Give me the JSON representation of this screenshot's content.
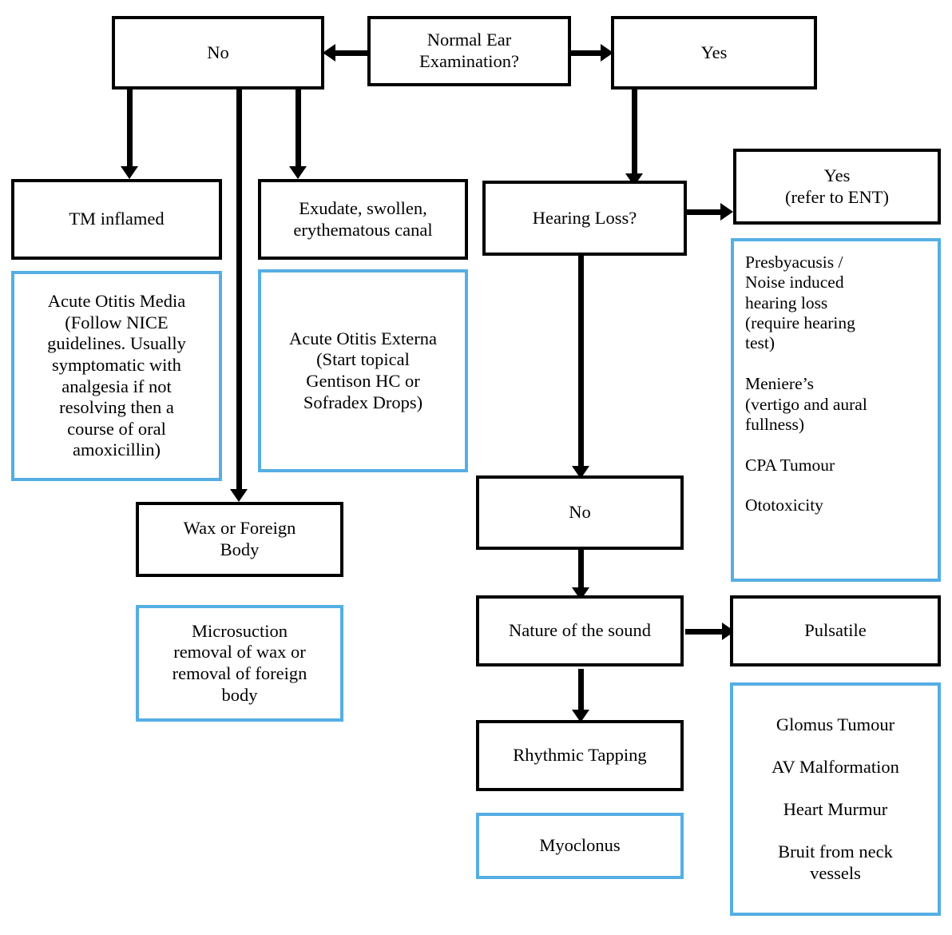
{
  "diagram": {
    "title": "Ear symptom assessment flowchart",
    "colors": {
      "node_border_black": "#000000",
      "node_border_blue": "#55AEE4",
      "background": "#FFFFFF",
      "text": "#000000",
      "connector": "#000000"
    },
    "nodes": {
      "normal_ear_examination": "Normal Ear\nExamination?",
      "no_top": "No",
      "yes_top": "Yes",
      "tm_inflamed": "TM inflamed",
      "exudate_swollen": "Exudate, swollen,\nerythematous canal",
      "hearing_loss": "Hearing Loss?",
      "yes_refer_ent": "Yes\n(refer to ENT)",
      "acute_otitis_media": "Acute Otitis Media\n(Follow NICE\nguidelines. Usually\nsymptomatic with\nanalgesia if not\nresolving then a\ncourse of oral\namoxicillin)",
      "acute_otitis_externa": "Acute Otitis Externa\n(Start topical\nGentison HC or\nSofradex Drops)",
      "hearing_loss_causes": "Presbyacusis /\nNoise induced\nhearing loss\n(require hearing\ntest)\n\nMeniere’s\n(vertigo and aural\nfullness)\n\nCPA Tumour\n\nOtotoxicity",
      "wax_or_foreign_body": "Wax or Foreign\nBody",
      "microsuction": "Microsuction\nremoval of wax or\nremoval of foreign\nbody",
      "no_hearing_loss": "No",
      "nature_of_the_sound": "Nature of the sound",
      "pulsatile": "Pulsatile",
      "rhythmic_tapping": "Rhythmic Tapping",
      "myoclonus": "Myoclonus",
      "pulsatile_causes": "Glomus Tumour\n\nAV Malformation\n\nHeart Murmur\n\nBruit from neck\nvessels"
    },
    "edges": [
      {
        "from": "normal_ear_examination",
        "to": "no_top",
        "direction": "left"
      },
      {
        "from": "normal_ear_examination",
        "to": "yes_top",
        "direction": "right"
      },
      {
        "from": "no_top",
        "to": "tm_inflamed",
        "direction": "down"
      },
      {
        "from": "no_top",
        "to": "wax_or_foreign_body",
        "direction": "down"
      },
      {
        "from": "no_top",
        "to": "exudate_swollen",
        "direction": "down"
      },
      {
        "from": "yes_top",
        "to": "hearing_loss",
        "direction": "down"
      },
      {
        "from": "hearing_loss",
        "to": "yes_refer_ent",
        "direction": "right"
      },
      {
        "from": "hearing_loss",
        "to": "no_hearing_loss",
        "direction": "down"
      },
      {
        "from": "no_hearing_loss",
        "to": "nature_of_the_sound",
        "direction": "down"
      },
      {
        "from": "nature_of_the_sound",
        "to": "pulsatile",
        "direction": "right"
      },
      {
        "from": "nature_of_the_sound",
        "to": "rhythmic_tapping",
        "direction": "down"
      }
    ]
  }
}
